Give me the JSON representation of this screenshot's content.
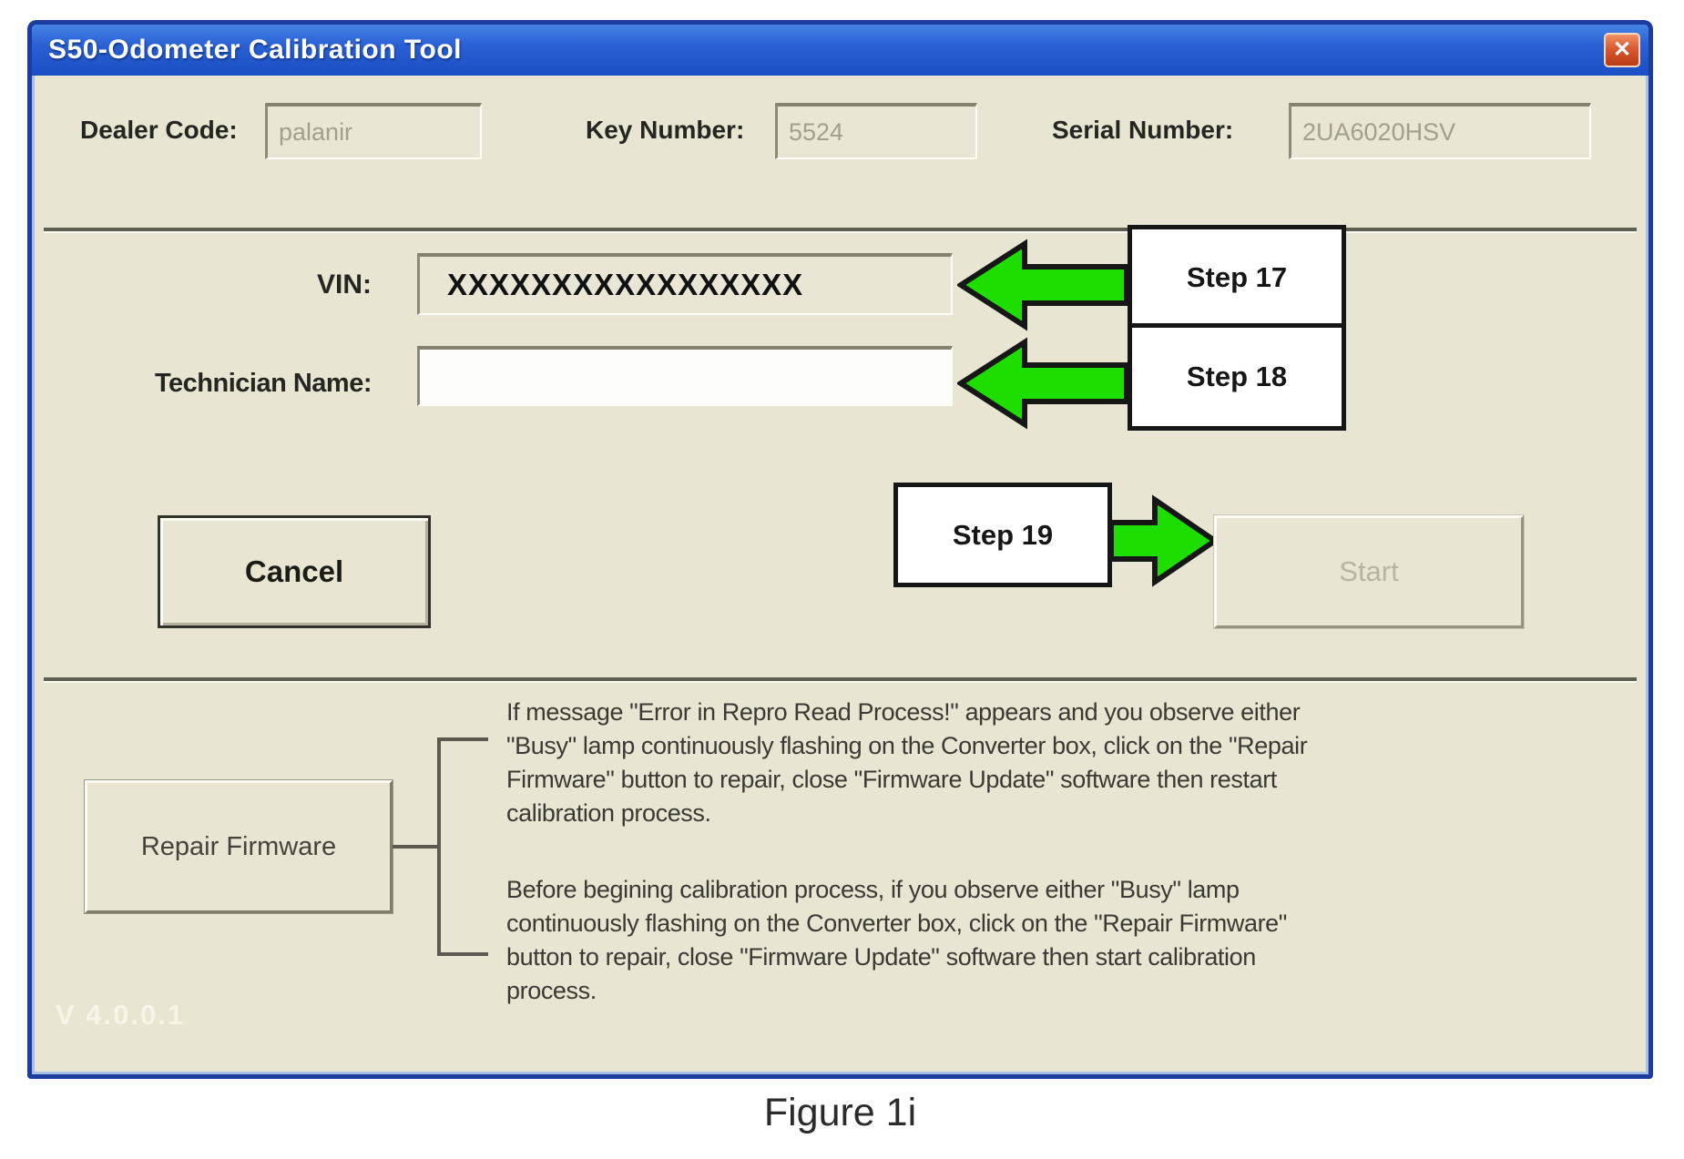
{
  "window": {
    "title": "S50-Odometer Calibration Tool",
    "close_icon": "✕",
    "version": "V 4.0.0.1"
  },
  "header_fields": {
    "dealer_code": {
      "label": "Dealer Code:",
      "value": "palanir"
    },
    "key_number": {
      "label": "Key Number:",
      "value": "5524"
    },
    "serial_number": {
      "label": "Serial Number:",
      "value": "2UA6020HSV"
    }
  },
  "form": {
    "vin": {
      "label": "VIN:",
      "value": "XXXXXXXXXXXXXXXXX"
    },
    "technician": {
      "label": "Technician Name:",
      "value": ""
    }
  },
  "buttons": {
    "cancel": "Cancel",
    "start": "Start",
    "repair_firmware": "Repair Firmware"
  },
  "annotations": {
    "step17": "Step 17",
    "step18": "Step 18",
    "step19": "Step 19",
    "arrow_color": "#1ede00"
  },
  "instructions": {
    "para1": "If message \"Error in Repro Read Process!\" appears and you observe either\n\"Busy\" lamp continuously flashing on the Converter box, click on the \"Repair\nFirmware\" button to repair, close \"Firmware Update\" software then restart\ncalibration process.",
    "para2": "Before begining calibration process, if you observe either \"Busy\" lamp\ncontinuously flashing on the Converter box, click on the \"Repair Firmware\"\nbutton to repair, close \"Firmware Update\" software then start calibration\nprocess."
  },
  "caption": "Figure 1i"
}
